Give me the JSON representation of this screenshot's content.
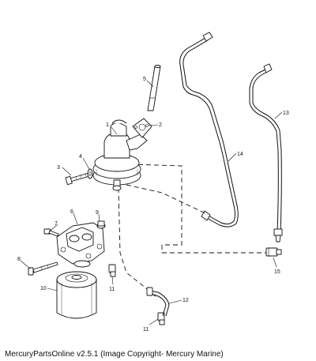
{
  "callouts": [
    "1",
    "2",
    "3",
    "4",
    "5",
    "6",
    "7",
    "8",
    "9",
    "10",
    "11",
    "11",
    "12",
    "13",
    "14",
    "15"
  ],
  "footer": {
    "caption": "MercuryPartsOnline v2.5.1 (Image Copyright- Mercury Marine)"
  }
}
